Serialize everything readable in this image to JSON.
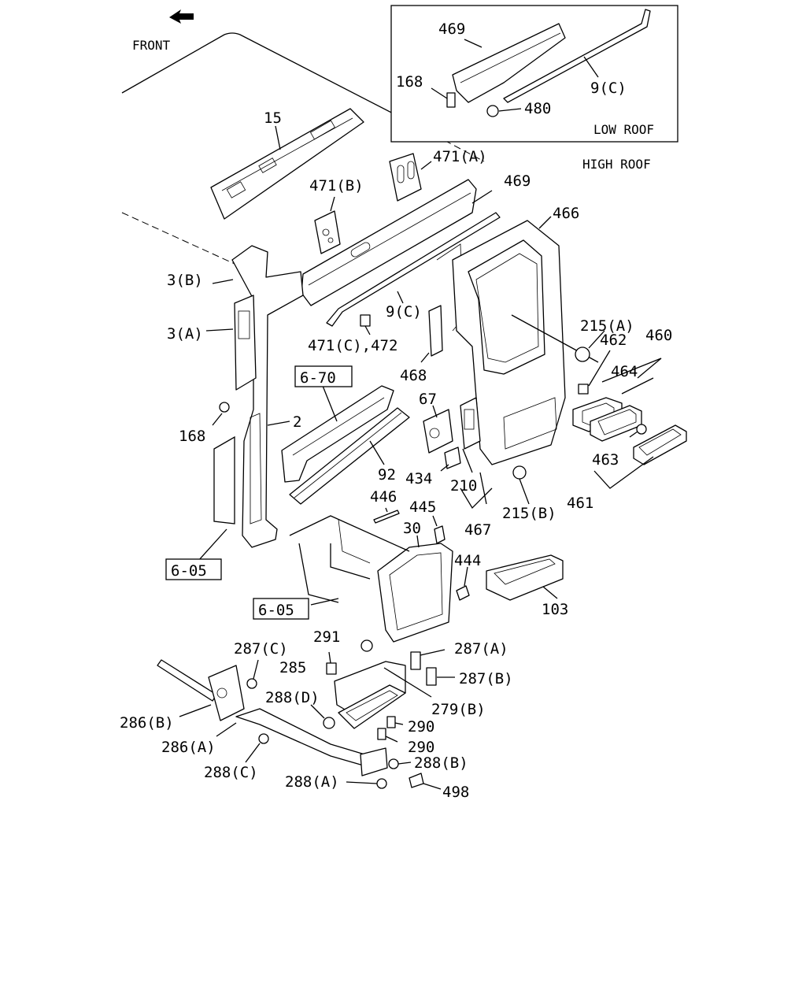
{
  "orientation": {
    "label": "FRONT"
  },
  "inset": {
    "title": "LOW ROOF",
    "labels": [
      "469",
      "168",
      "480",
      "9(C)"
    ]
  },
  "main_title": "HIGH ROOF",
  "refs": [
    "6-70",
    "6-05",
    "6-05"
  ],
  "callouts": [
    "15",
    "471(A)",
    "471(B)",
    "469",
    "466",
    "3(B)",
    "3(A)",
    "9(C)",
    "471(C),472",
    "215(A)",
    "462",
    "460",
    "464",
    "468",
    "67",
    "168",
    "2",
    "92",
    "434",
    "210",
    "463",
    "215(B)",
    "461",
    "446",
    "445",
    "30",
    "467",
    "444",
    "103",
    "291",
    "287(C)",
    "287(A)",
    "285",
    "287(B)",
    "288(D)",
    "279(B)",
    "286(B)",
    "290",
    "286(A)",
    "290",
    "288(C)",
    "288(B)",
    "288(A)",
    "498"
  ]
}
